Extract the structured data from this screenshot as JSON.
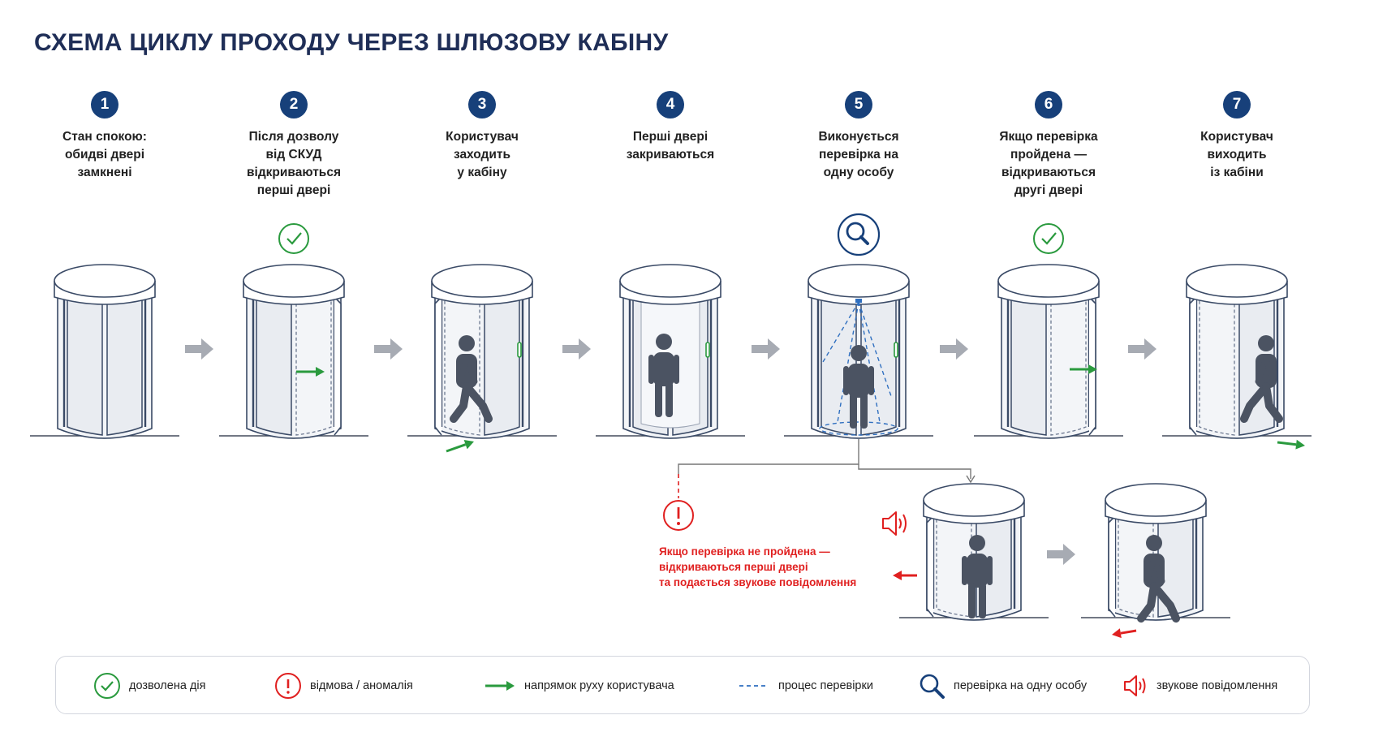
{
  "title": "СХЕМА ЦИКЛУ ПРОХОДУ ЧЕРЕЗ ШЛЮЗОВУ КАБІНУ",
  "steps": [
    {
      "number": "1",
      "lines": [
        "Стан спокою:",
        "обидві двері",
        "замкнені"
      ]
    },
    {
      "number": "2",
      "lines": [
        "Після дозволу",
        "від СКУД",
        "відкриваються",
        "перші двері"
      ]
    },
    {
      "number": "3",
      "lines": [
        "Користувач",
        "заходить",
        "у кабіну"
      ]
    },
    {
      "number": "4",
      "lines": [
        "Перші двері",
        "закриваються"
      ]
    },
    {
      "number": "5",
      "lines": [
        "Виконується",
        "перевірка на",
        "одну особу"
      ]
    },
    {
      "number": "6",
      "lines": [
        "Якщо перевірка",
        "пройдена —",
        "відкриваються",
        "другі двері"
      ]
    },
    {
      "number": "7",
      "lines": [
        "Користувач",
        "виходить",
        "із кабіни"
      ]
    }
  ],
  "failure": {
    "lines": [
      "Якщо перевірка не пройдена —",
      "відкриваються перші двері",
      "та подається звукове повідомлення"
    ]
  },
  "legend": {
    "allowed": "дозволена дія",
    "denied": "відмова / аномалія",
    "direction": "напрямок руху користувача",
    "process": "процес перевірки",
    "single_person": "перевірка на одну особу",
    "sound": "звукове повідомлення"
  },
  "colors": {
    "navy": "#17407a",
    "title": "#1f2e57",
    "green": "#2a9a3e",
    "red": "#e02020",
    "arrow_gray": "#a7abb3",
    "figure": "#4b5362",
    "outline": "#3a4a66",
    "dash_blue": "#2f6fc0"
  }
}
